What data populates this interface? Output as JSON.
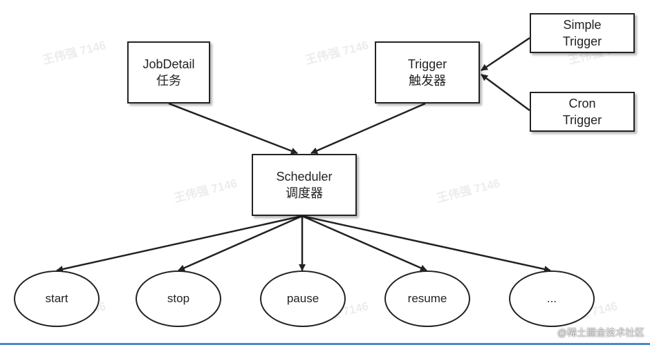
{
  "diagram": {
    "nodes": {
      "jobdetail": {
        "line1": "JobDetail",
        "line2": "任务"
      },
      "trigger": {
        "line1": "Trigger",
        "line2": "触发器"
      },
      "simple_trigger": {
        "line1": "Simple",
        "line2": "Trigger"
      },
      "cron_trigger": {
        "line1": "Cron",
        "line2": "Trigger"
      },
      "scheduler": {
        "line1": "Scheduler",
        "line2": "调度器"
      }
    },
    "actions": [
      "start",
      "stop",
      "pause",
      "resume",
      "..."
    ],
    "edges": [
      {
        "from": "jobdetail",
        "to": "scheduler"
      },
      {
        "from": "trigger",
        "to": "scheduler"
      },
      {
        "from": "simple_trigger",
        "to": "trigger"
      },
      {
        "from": "cron_trigger",
        "to": "trigger"
      },
      {
        "from": "scheduler",
        "to": "start"
      },
      {
        "from": "scheduler",
        "to": "stop"
      },
      {
        "from": "scheduler",
        "to": "pause"
      },
      {
        "from": "scheduler",
        "to": "resume"
      },
      {
        "from": "scheduler",
        "to": "..."
      }
    ]
  },
  "watermark": {
    "text": "王伟强 7146"
  },
  "footer": {
    "text": "@稀土掘金技术社区"
  },
  "colors": {
    "stroke": "#222222",
    "frame": "#4c88c8"
  }
}
